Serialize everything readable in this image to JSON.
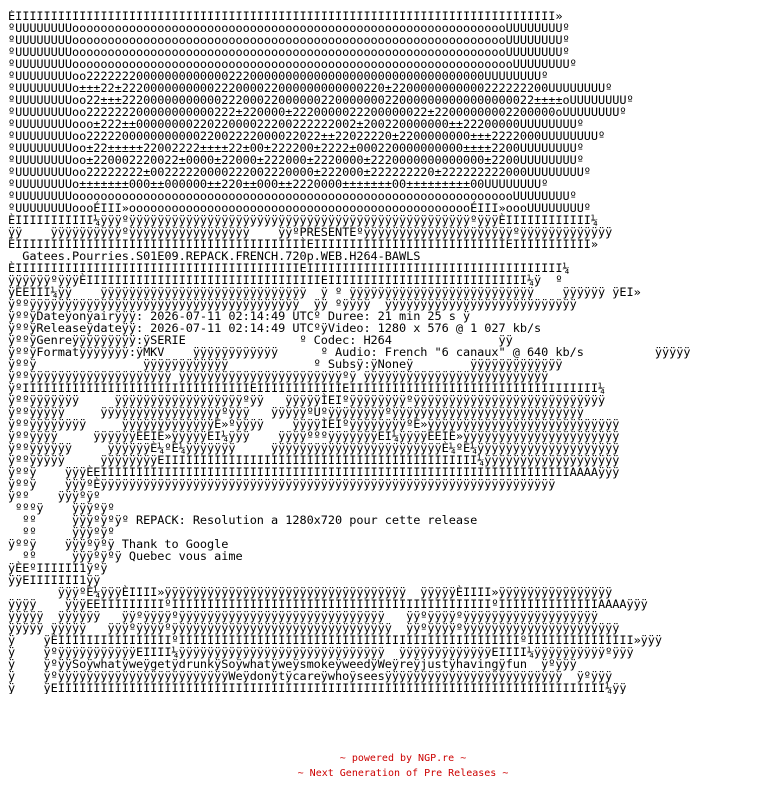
{
  "nfo_text": "ÉIIIIIIIIIIIIIIIIIIIIIIIIIIIIIIIIIIIIIIIIIIIIIIIIIIIIIIIIIIIIIIIIIIIIIIIIIIII»\nºUUUUUUUUoooooooooooooooooooooooooooooooooooooooooooooooooooooooooooooUUUUUUUUº\nºUUUUUUUUoooooooooooooooooooooooooooooooooooooooooooooooooooooooooooooUUUUUUUUº\nºUUUUUUUUoooooooooooooooooooooooooooooooooooooooooooooooooooooooooooooUUUUUUUUº\nºUUUUUUUUooooooooooooooooooooooooooooooooooooooooooooooooooooooooooooooUUUUUUUUº\nºUUUUUUUUoo22222220000000000000222000000000000000000000000000000000UUUUUUUUº\nºUUUUUUUUo±±±22±2220000000000222000022000000000000220±2200000000000222222200UUUUUUUUº\nºUUUUUUUUoo22±±±2220000000000022200022000000220000000220000000000000000022±±±±oUUUUUUUUº\nºUUUUUUUUoo222222200000000000222±220000±2220000022200000022±22000000002200000oUUUUUUUUº\nºUUUUUUUUooo±222±±0000000022022000022200222222002±200220000000±±22200000UUUUUUUUº\nºUUUUUUUUoo222220000000000022002222000022022±±22022220±2200000000±±±2222000UUUUUUUUº\nºUUUUUUUUoo±22±±±±±22002222±±±±22±00±222200±2222±000220000000000±±±±2200UUUUUUUUº\nºUUUUUUUUoo±220002220022±0000±22000±222000±2220000±2220000000000000±2200UUUUUUUUº\nºUUUUUUUUoo22222222±00222220000222002220000±222000±222222220±222222222000UUUUUUUUº\nºUUUUUUUUo±±±±±±±000±±000000±±220±±000±±2220000±±±±±±±00±±±±±±±±±00UUUUUUUUº\nºUUUUUUUUooooooooooooooooooooooooooooooooooooooooooooooooooooooooooooooUUUUUUUUº\nºUUUUUUUUoooÉIII»ooooooooooooooooooooooooooooooooooooooooooooooooÉIII»oooUUUUUUUUº\nÈIIIIIIIIIII¼ÿÿÿºÿÿÿÿÿÿÿÿÿÿÿÿÿÿÿÿÿÿÿÿÿÿÿÿÿÿÿÿÿÿÿÿÿÿÿÿÿÿÿÿÿÿÿÿÿÿÿÿºÿÿÿÈIIIIIIIIIIII¼\nÿÿ    ÿÿÿÿÿÿÿÿÿÿºÿÿÿÿÿÿÿÿÿÿÿÿÿÿÿÿÿ    ÿÿºPRESENTEºÿÿÿÿÿÿÿÿÿÿÿÿÿÿÿÿÿÿÿÿÿºÿÿÿÿÿÿÿÿÿÿÿÿÿ\nÉIIIIIIIIIIIIIIIIIIIIIIIIIIIIIIIIIIIIIIIIÌEIIIIIIIIIIIIIIIIIIIIIIIIIIÌEIIIIIIIIIII»\n  Gatees.Pourries.S01E09.REPACK.FRENCH.720p.WEB.H264-BAWLS\nÈIIIIIIIIIIIIIIIIIIIIIIIIIIIIIIIIIIIIIIIIEIIIIIIIIIIIIIIIIIIIIIIIIIIIIIIIIIIII¼\nÿÿÿÿÿÿºÿÿÿÈIIIIIIIIIIIIIIIIIIIIIIIIIIIIIIIIIEIIIIIIIIIIIIIIIIIIIIIIIIIIII¼ÿ  º\nÿÈEIII¼ÿÿ    ÿÿÿÿÿÿÿÿÿÿÿÿÿÿÿÿÿÿÿÿÿÿÿÿÿÿÿÿÿ  ÿ º ÿÿÿÿÿÿÿÿÿÿÿÿÿÿÿÿÿÿÿÿÿÿÿÿÿÿ    ÿÿÿÿÿÿ ÿEI»\nÿººÿÿÿÿÿÿÿÿÿÿÿÿÿÿÿÿÿÿÿÿÿÿÿÿÿÿÿÿÿÿÿÿÿÿÿÿÿÿ  ÿÿ ºÿÿÿÿ  ÿÿÿÿÿÿÿÿÿÿÿÿÿÿÿÿÿÿÿÿÿÿÿÿÿÿÿ\nÿººÿDateÿonÿairÿÿÿ: 2026-07-11 02:14:49 UTCº Duree: 21 min 25 s ÿ\nÿººÿReleaseÿdateÿÿ: 2026-07-11 02:14:49 UTCºÿVideo: 1280 x 576 @ 1 027 kb/s\nÿººÿGenreÿÿÿÿÿÿÿÿÿ:ÿSERIE                º Codec: H264               ÿÿ\nÿººÿFormatÿÿÿÿÿÿÿ:ÿMKV    ÿÿÿÿÿÿÿÿÿÿÿÿ      º Audio: French \"6 canaux\" @ 640 kb/s          ÿÿÿÿÿ\nÿººÿ               ÿÿÿÿÿÿÿÿÿÿÿÿ            º Subsÿ:ÿNoneÿ        ÿÿÿÿÿÿÿÿÿÿÿÿÿ\nÿººÿÿÿÿÿÿÿÿÿÿÿÿÿÿÿÿÿÿÿÿ ÿÿÿÿÿÿÿÿÿÿÿÿÿÿÿÿÿÿÿÿÿÿÿºÿ ÿÿÿÿÿÿÿÿÿÿÿÿÿÿÿÿÿÿÿÿÿÿÿÿÿÿ\nÿºIIIIIIIIIIIIIIIIIIIIIIIIIIIIIIIIEIIIIIIIIIIIÌEIIIIIIIIIIIIIIIIIIIIIIIIIIIIIIIIIII¼\nÿººÿÿÿÿÿÿÿ     ÿÿÿÿÿÿÿÿÿÿÿÿÿÿÿÿÿÿºÿÿ   ÿÿÿÿÿÌEIºÿÿÿÿÿÿÿÿºÿÿÿÿÿÿÿÿÿÿÿÿÿÿÿÿÿÿÿÿÿÿÿÿÿÿÿ\nÿººÿÿÿÿÿ     ÿÿÿÿÿÿÿÿÿÿÿÿÿÿÿÿÿºÿÿÿ   ÿÿÿÿÿºUºÿÿÿÿÿÿÿÿºÿÿÿÿÿÿÿÿÿÿÿÿÿÿÿÿÿÿÿÿÿÿÿÿÿÿÿ\nÿººÿÿÿÿÿÿÿÿ     ÿÿÿÿÿÿÿÿÿÿÿÿÿÈ»ºÿÿÿÿ    ÿÿÿÿÌEIºÿÿÿÿÿÿÿÿºÈ»ÿÿÿÿÿÿÿÿÿÿÿÿÿÿÿÿÿÿÿÿÿÿÿÿÿÿÿ\nÿººÿÿÿÿ     ÿÿÿÿÿÿÈEIÈ»ÿÿÿÿÿEI¼ÿÿÿ    ÿÿÿÿºººÿÿÿÿÿÿÿEI¼ÿÿÿÿÈEIÈ»ÿÿÿÿÿÿÿÿÿÿÿÿÿÿÿÿÿÿÿÿÿÿ\nÿººÿÿÿÿÿÿ     ÿÿÿÿÿÿÈ¼ºÈ¼ÿÿÿÿÿÿÿ     ÿÿÿÿÿÿÿÿÿÿÿÿÿÿÿÿÿÿÿÿÿÿÿÿÈ¼ºÈ¼ÿÿÿÿÿÿÿÿÿÿÿÿÿÿÿÿÿÿÿÿ\nÿººÿÿÿÿÿ     ÿÿÿÿÿÿÿÿEIIIIIIIIIIIIIIIIIIIIIIIIIIIIIIIIIIIIIIIIIIII¼ÿÿÿÿÿÿÿÿÿÿÿÿÿÿÿÿÿÿÿ\nÿººÿ    ÿÿÿÈEIIIIIIIIIIIIIIIIIIIIIIIIIIIIIIIIIIIIIIIIIIIIIIIIIIIIIIIIIIIIIIIIIIAAAAÿÿÿ\nÿººÿ    ÿÿÿºÈÿÿÿÿÿÿÿÿÿÿÿÿÿÿÿÿÿÿÿÿÿÿÿÿÿÿÿÿÿÿÿÿÿÿÿÿÿÿÿÿÿÿÿÿÿÿÿÿÿÿÿÿÿÿÿÿÿÿÿÿÿÿÿÿ\nÿºº    ÿÿÿºÿº\n ºººÿ    ÿÿÿºÿº\n  ºº     ÿÿÿºÿºÿº REPACK: Resolution a 1280x720 pour cette release\n  ºº     ÿÿÿºÿº\nÿººÿ    ÿÿÿºÿºÿ Thank to Google\n  ºº     ÿÿÿºÿºÿ Quebec vous aime\nÿÈEºIIIIII1ÿºÿ\nÿÿEIIIIIII1ÿÿ\n       ÿÿÿºÈ¼ÿÿÿÈIIII»ÿÿÿÿÿÿÿÿÿÿÿÿÿÿÿÿÿÿÿÿÿÿÿÿÿÿÿÿÿÿÿÿÿÿ  ÿÿÿÿÿÈIIII»ÿÿÿÿÿÿÿÿÿÿÿÿÿÿÿÿ\nÿÿÿÿ    ÿÿÿEEIIIIIIIIIºIIIIIIIIIIIIIIIIIIIIIIIIIIIIIIIIIIIIIIIIIIIIIºIIIIIIIIIIIIIIAAAAÿÿÿ\nÿÿÿÿÿ  ÿÿÿÿÿÿ   ÿÿºÿÿÿÿºÿÿÿÿÿÿÿÿÿÿÿÿÿÿÿÿÿÿÿÿÿÿÿÿÿÿÿÿÿ   ÿÿºÿÿÿÿºÿÿÿÿÿÿÿÿÿÿÿÿÿÿÿÿÿÿÿ\nÿÿÿÿÿ ÿÿÿÿÿ   ÿÿÿºÿÿÿÿºÿÿÿÿÿÿÿÿÿÿÿÿÿÿÿÿÿÿÿÿÿÿÿÿÿÿÿÿÿÿÿ  ÿÿºÿÿÿÿºÿÿÿÿÿÿÿÿÿÿÿÿÿÿÿÿÿÿÿÿÿÿ\nÿ    ÿÈIIIIIIIIIIIIIIIIºIIIIIIIIIIIIIIIIIIIIIIIIIIIIIIIIIIIIIIIIIIIIIIIIºIIIIIIIIIIIIIII»ÿÿÿ\nÿ    ÿºÿÿÿÿÿÿÿÿÿÿÿEIIII¼ÿÿÿÿÿÿÿÿÿÿÿÿÿÿÿÿÿÿÿÿÿÿÿÿÿÿÿÿÿ  ÿÿÿÿÿÿÿÿÿÿÿÿÿEIIII¼ÿÿÿÿÿÿÿÿÿÿºÿÿÿ\nÿ    ÿºÿÿSoÿwhatÿweÿgetÿdrunkÿSoÿwhatÿweÿsmokeÿweedÿWeÿreÿjustÿhavingÿfun  ÿºÿÿÿ\nÿ    ÿºÿÿÿÿÿÿÿÿÿÿÿÿÿÿÿÿÿÿÿÿÿÿÿÿWeÿdonÿtÿcareÿwhoÿseesÿÿÿÿÿÿÿÿÿÿÿÿÿÿÿÿÿÿÿÿÿÿÿÿÿ  ÿºÿÿÿ\nÿ    ÿEIIIIIIIIIIIIIIIIIIIIIIIIIIIIIIIIIIIIIIIIIIIIIIIIIIIIIIIIIIIIIIIIIIIIIIIIIIIII¼ÿÿ",
  "footer": {
    "line1": "~ powered by NGP.re ~",
    "line2": "~ Next Generation of Pre Releases ~"
  },
  "colors": {
    "text": "#000000",
    "footer": "#cc0000",
    "background": "#ffffff"
  }
}
